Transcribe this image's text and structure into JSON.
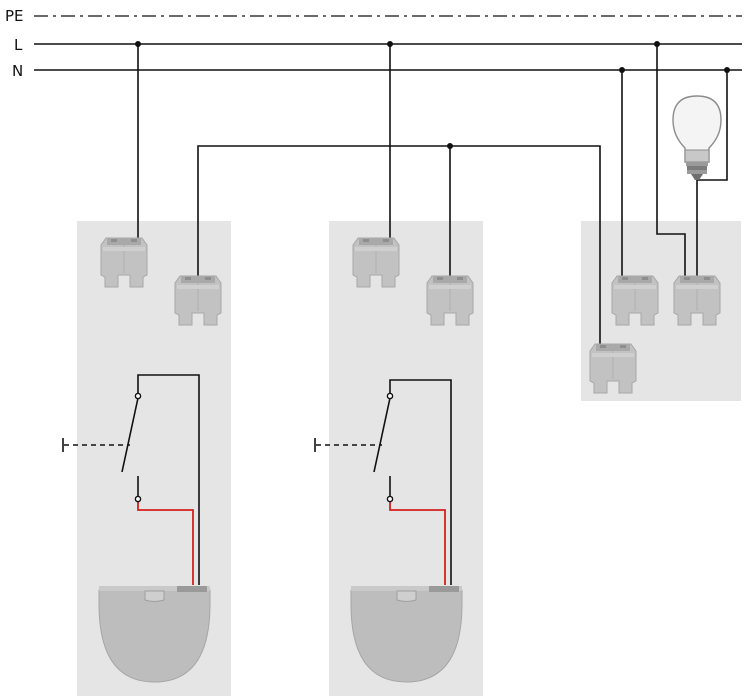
{
  "bus_lines": {
    "pe": {
      "label": "PE",
      "style": "dash-dot"
    },
    "l": {
      "label": "L",
      "style": "solid"
    },
    "n": {
      "label": "N",
      "style": "solid"
    }
  },
  "panels": [
    {
      "name": "panel-1",
      "contents": [
        "terminal-block",
        "terminal-block",
        "push-button-switch",
        "relay-module"
      ]
    },
    {
      "name": "panel-2",
      "contents": [
        "terminal-block",
        "terminal-block",
        "push-button-switch",
        "relay-module"
      ]
    },
    {
      "name": "panel-3",
      "contents": [
        "terminal-block",
        "terminal-block",
        "terminal-block"
      ]
    }
  ],
  "load": {
    "icon": "light-bulb-icon"
  },
  "colors": {
    "wire": "#111111",
    "switch_wire": "#d42020",
    "panel_background": "#e5e5e5",
    "terminal_block": "#c2c2c2",
    "relay_module": "#bdbdbd"
  }
}
